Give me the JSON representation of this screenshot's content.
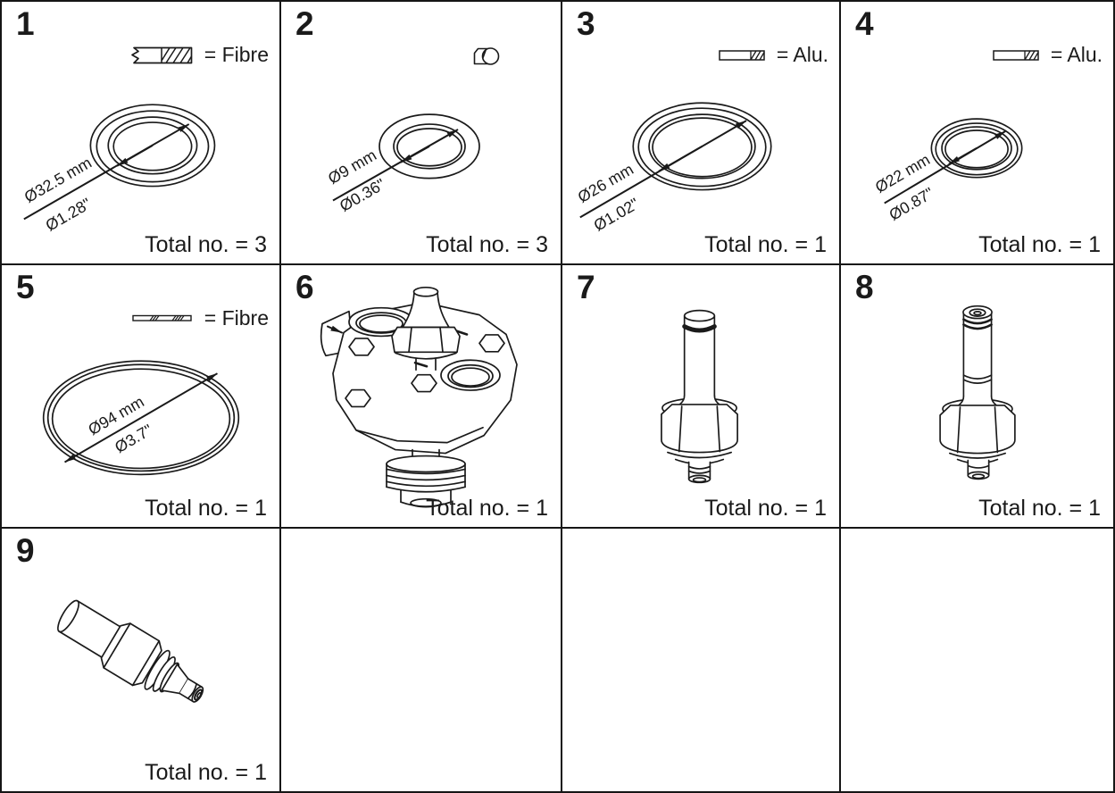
{
  "diagram": {
    "type": "spare-parts-overview-grid",
    "line_color": "#1a1a1a",
    "background": "#ffffff",
    "grid": {
      "columns": 4,
      "rows": 3
    }
  },
  "cells": [
    {
      "number": "1",
      "legend_icon": "fibre-gasket-icon",
      "legend_label": "= Fibre",
      "part_icon": "flat-washer-drawing",
      "dim_mm": "Ø32.5 mm",
      "dim_in": "Ø1.28\"",
      "total": "Total no. = 3"
    },
    {
      "number": "2",
      "legend_icon": "seal-disc-icon",
      "legend_label": "",
      "part_icon": "flat-washer-drawing",
      "dim_mm": "Ø9 mm",
      "dim_in": "Ø0.36\"",
      "total": "Total no. = 3"
    },
    {
      "number": "3",
      "legend_icon": "alu-gasket-icon",
      "legend_label": "= Alu.",
      "part_icon": "flat-washer-drawing",
      "dim_mm": "Ø26 mm",
      "dim_in": "Ø1.02\"",
      "total": "Total no. = 1"
    },
    {
      "number": "4",
      "legend_icon": "alu-gasket-icon",
      "legend_label": "= Alu.",
      "part_icon": "flat-washer-drawing",
      "dim_mm": "Ø22 mm",
      "dim_in": "Ø0.87\"",
      "total": "Total no. = 1"
    },
    {
      "number": "5",
      "legend_icon": "fibre-gasket-thin-icon",
      "legend_label": "= Fibre",
      "part_icon": "o-ring-drawing",
      "dim_mm": "Ø94 mm",
      "dim_in": "Ø3.7\"",
      "total": "Total no. = 1"
    },
    {
      "number": "6",
      "part_icon": "function-module-drawing",
      "total": "Total no. = 1"
    },
    {
      "number": "7",
      "part_icon": "pilot-valve-insert-drawing",
      "total": "Total no. = 1"
    },
    {
      "number": "8",
      "part_icon": "pilot-valve-insert-rings-drawing",
      "total": "Total no. = 1"
    },
    {
      "number": "9",
      "part_icon": "check-valve-insert-drawing",
      "total": "Total no. = 1"
    },
    {
      "number": "",
      "total": ""
    },
    {
      "number": "",
      "total": ""
    },
    {
      "number": "",
      "total": ""
    }
  ]
}
